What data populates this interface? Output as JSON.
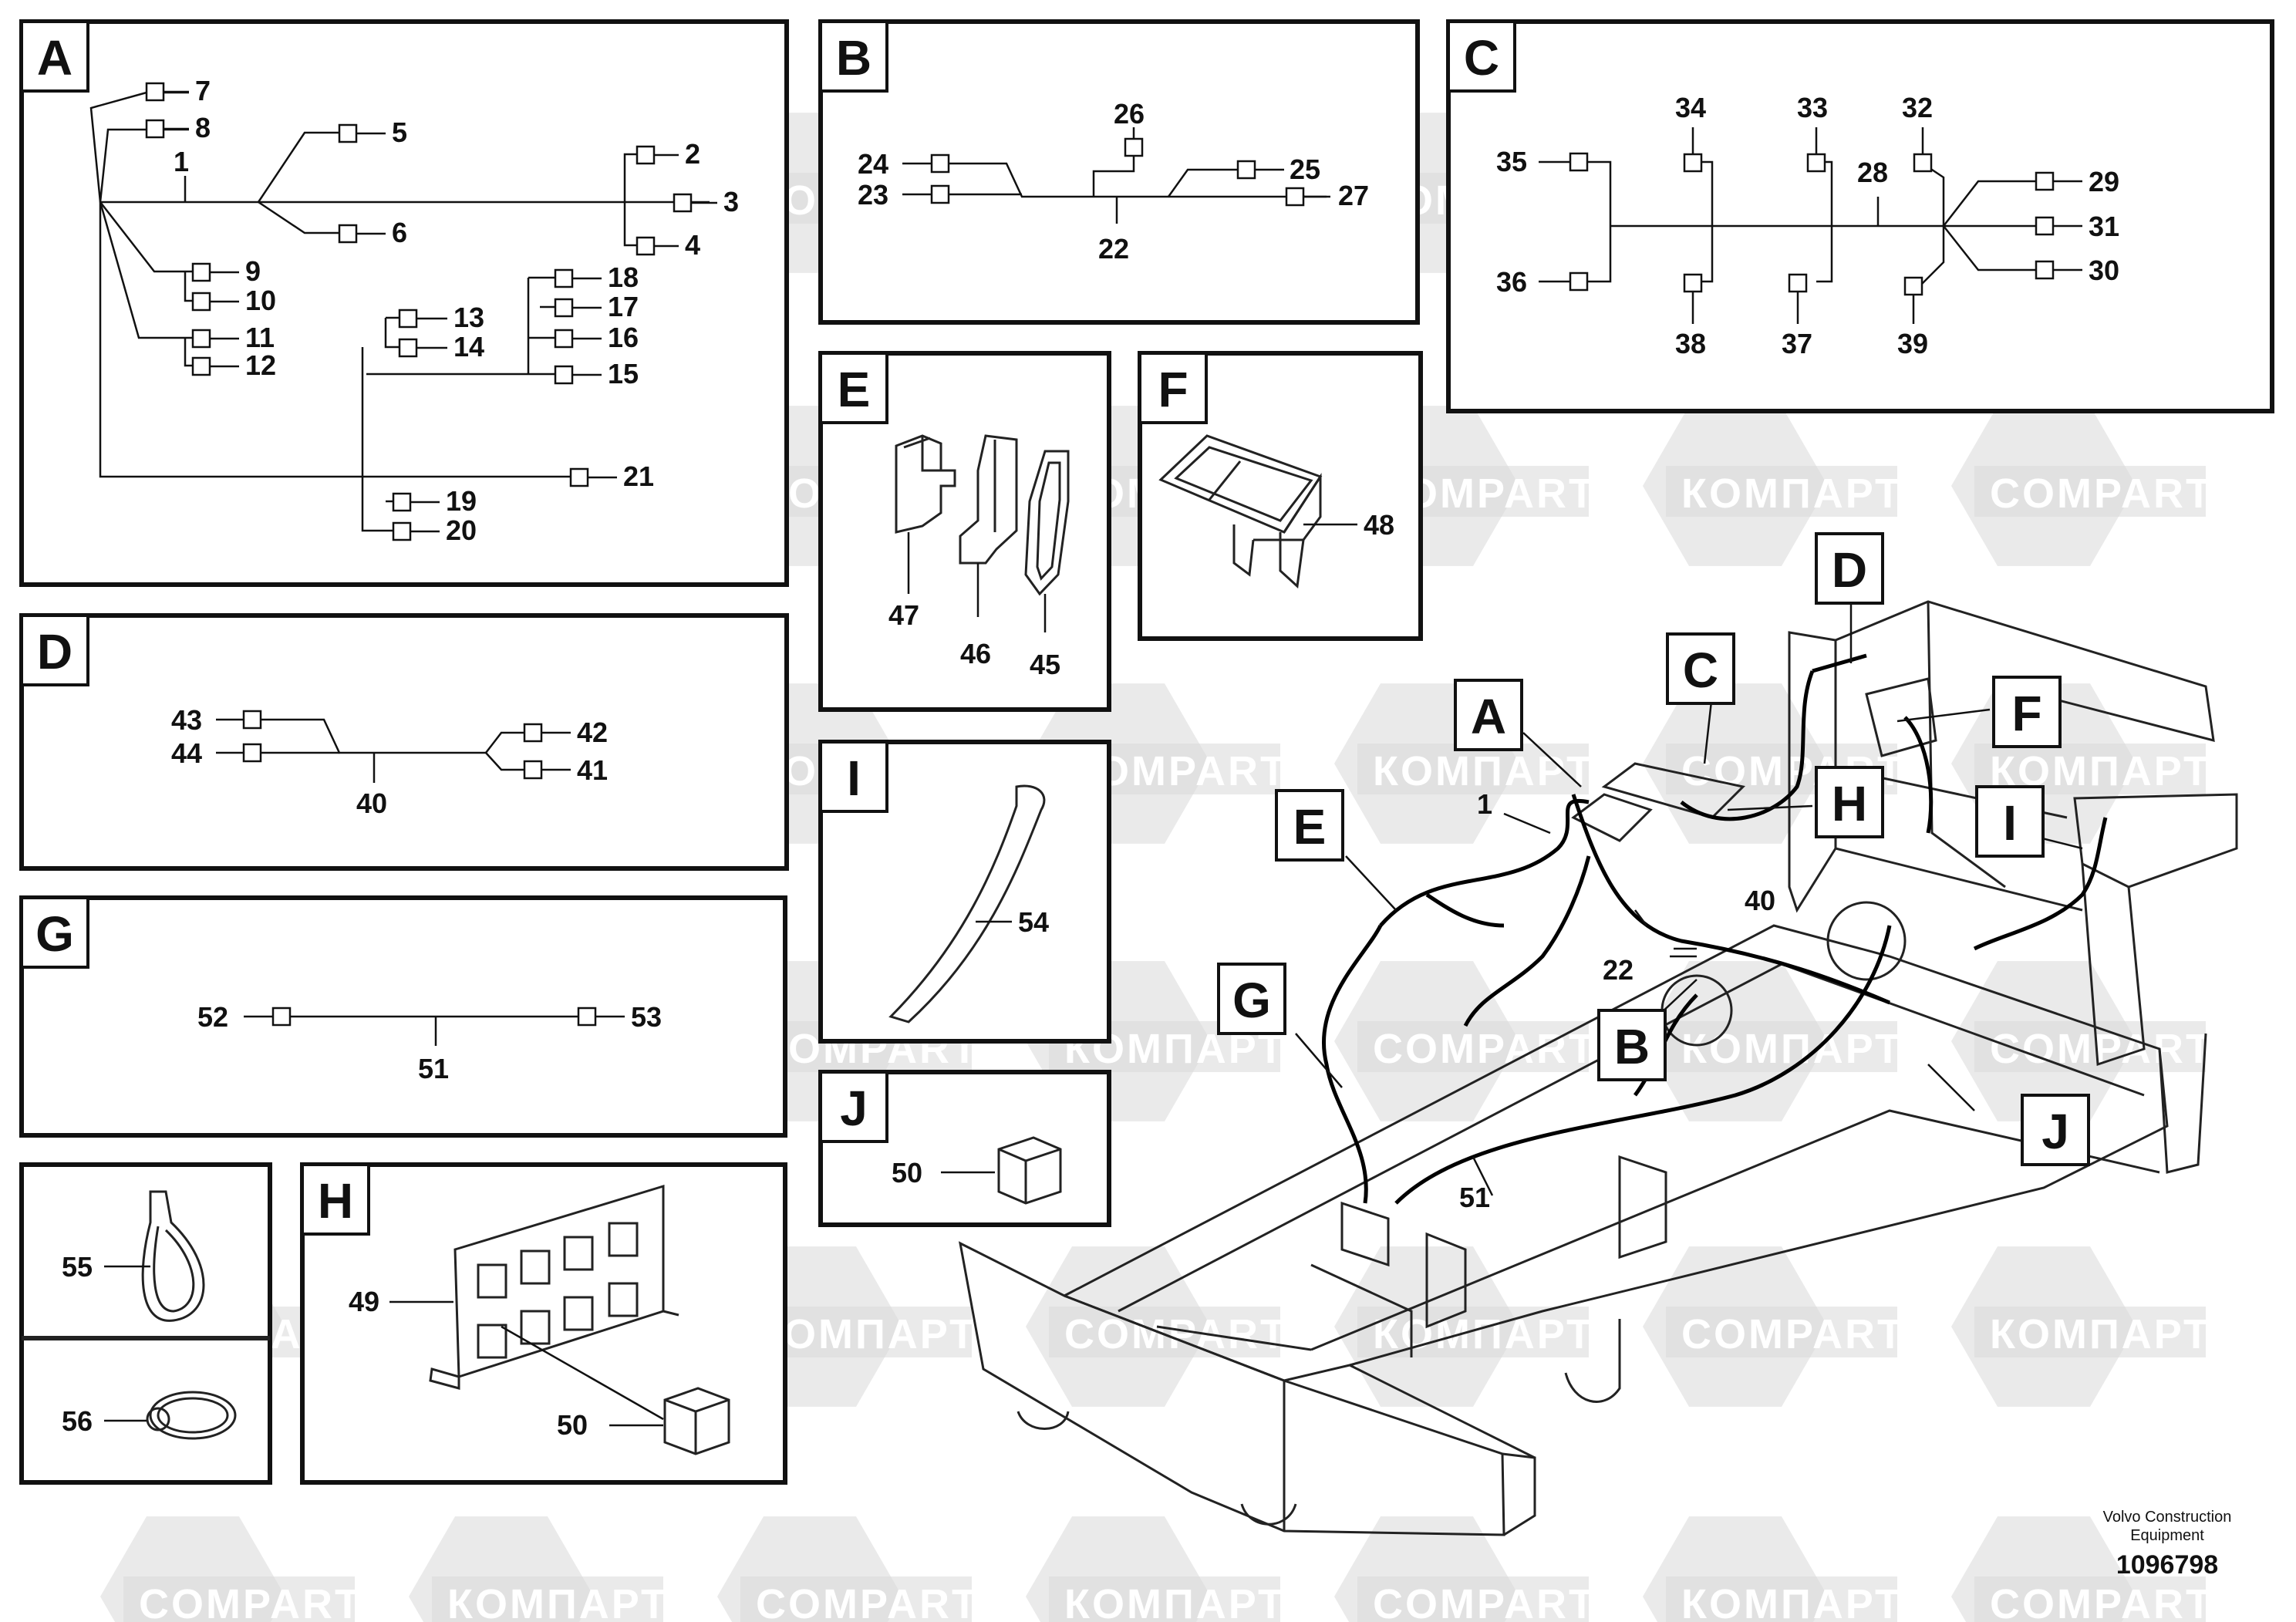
{
  "watermarks": [
    "КОМПАРТ",
    "COMPART"
  ],
  "footer": {
    "company_line1": "Volvo Construction",
    "company_line2": "Equipment",
    "drawing_number": "1096798"
  },
  "panels": {
    "A": {
      "letter": "A",
      "labels": [
        "1",
        "2",
        "3",
        "4",
        "5",
        "6",
        "7",
        "8",
        "9",
        "10",
        "11",
        "12",
        "13",
        "14",
        "15",
        "16",
        "17",
        "18",
        "19",
        "20",
        "21"
      ]
    },
    "B": {
      "letter": "B",
      "labels": [
        "22",
        "23",
        "24",
        "25",
        "26",
        "27"
      ]
    },
    "C": {
      "letter": "C",
      "labels": [
        "28",
        "29",
        "30",
        "31",
        "32",
        "33",
        "34",
        "35",
        "36",
        "37",
        "38",
        "39"
      ]
    },
    "D": {
      "letter": "D",
      "labels": [
        "40",
        "41",
        "42",
        "43",
        "44"
      ]
    },
    "E": {
      "letter": "E",
      "labels": [
        "45",
        "46",
        "47"
      ]
    },
    "F": {
      "letter": "F",
      "labels": [
        "48"
      ]
    },
    "G": {
      "letter": "G",
      "labels": [
        "51",
        "52",
        "53"
      ]
    },
    "H": {
      "letter": "H",
      "labels": [
        "49",
        "50"
      ]
    },
    "I": {
      "letter": "I",
      "labels": [
        "54"
      ]
    },
    "J": {
      "letter": "J",
      "labels": [
        "50"
      ]
    },
    "K": {
      "labels": [
        "55",
        "56"
      ]
    }
  },
  "main": {
    "callouts": [
      "A",
      "B",
      "C",
      "D",
      "E",
      "F",
      "G",
      "H",
      "I",
      "J"
    ],
    "numbers": [
      "1",
      "22",
      "40",
      "51"
    ]
  }
}
